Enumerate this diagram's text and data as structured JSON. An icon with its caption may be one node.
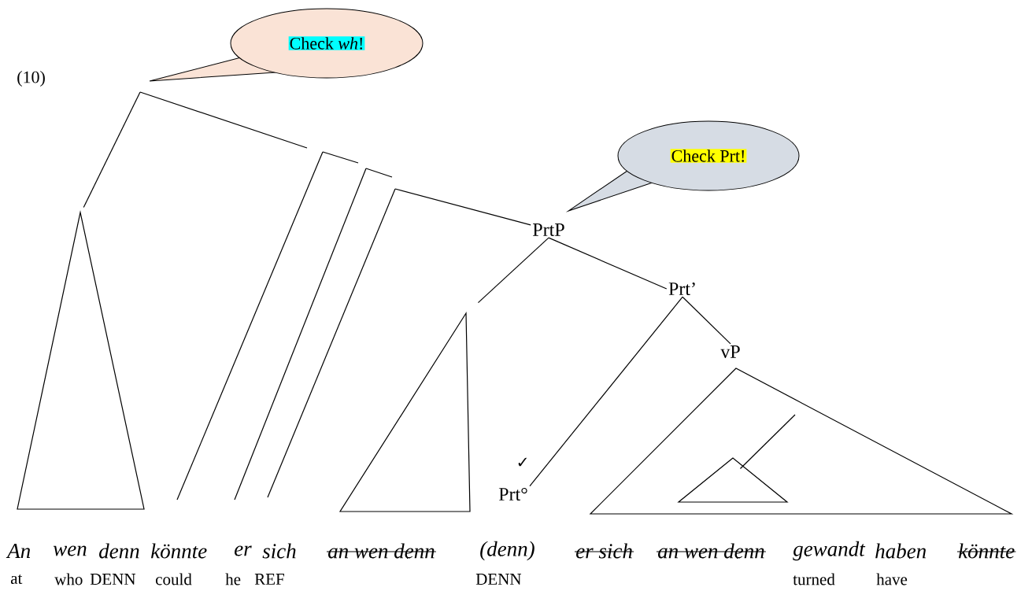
{
  "diagram": {
    "nodes": [
      {
        "text": [
          "Check *wh*!"
        ]
      },
      {
        "text": [
          "Check Prt!"
        ]
      },
      {
        "text": [],
        "shape": "triangle"
      },
      {
        "text": [
          "PrtP"
        ]
      },
      {
        "text": [],
        "shape": "triangle"
      },
      {
        "text": [
          "Prt’"
        ]
      },
      {
        "text": [
          "Prt°"
        ],
        "beside": [
          "✓"
        ]
      },
      {
        "text": [
          "vP"
        ]
      },
      {
        "text": [],
        "shape": "triangle"
      },
      {
        "text": [],
        "shape": "triangle",
        "in": 8
      }
    ],
    "edges": [
      {
        "from": null,
        "to": 2,
        "arrow": "none"
      },
      {
        "from": null,
        "to": 3,
        "arrow": "none"
      },
      {
        "from": 3,
        "to": 4,
        "arrow": "none"
      },
      {
        "from": 3,
        "to": 5,
        "arrow": "none"
      },
      {
        "from": 5,
        "to": 6,
        "arrow": "none"
      },
      {
        "from": 5,
        "to": 7,
        "arrow": "none"
      },
      {
        "from": 8,
        "to": 9,
        "arrow": "none"
      }
    ],
    "labels": [
      "(10)",
      "An",
      "wen",
      "denn",
      "könnte",
      "er",
      "sich",
      "an wen denn",
      "(denn)",
      "er sich",
      "an wen denn",
      "gewandt",
      "haben",
      "könnte",
      "at",
      "who",
      "DENN",
      "could",
      "he",
      "REF",
      "DENN",
      "turned",
      "have"
    ]
  }
}
